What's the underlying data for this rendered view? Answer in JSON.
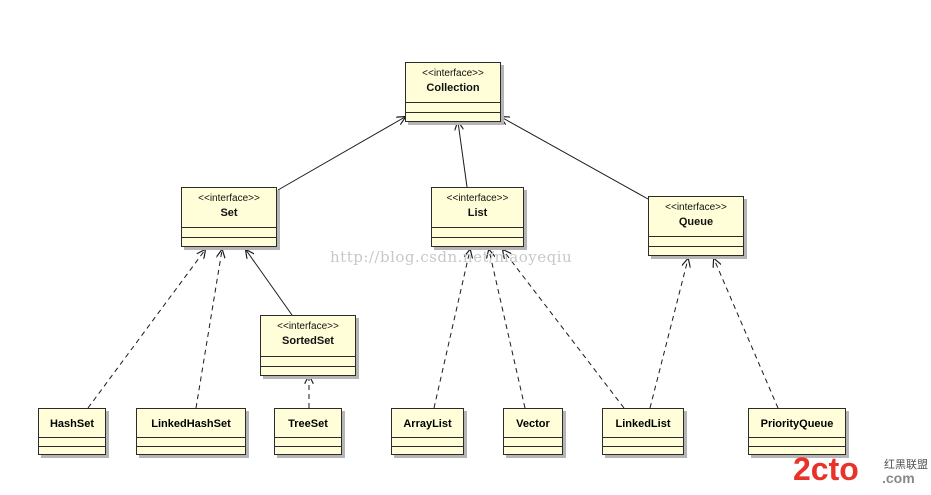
{
  "diagram": {
    "stereotype": "<<interface>>",
    "interfaces": {
      "collection": "Collection",
      "set": "Set",
      "list": "List",
      "queue": "Queue",
      "sortedset": "SortedSet"
    },
    "classes": {
      "hashset": "HashSet",
      "linkedhashset": "LinkedHashSet",
      "treeset": "TreeSet",
      "arraylist": "ArrayList",
      "vector": "Vector",
      "linkedlist": "LinkedList",
      "priorityqueue": "PriorityQueue"
    },
    "relations": [
      {
        "from": "set",
        "to": "collection",
        "kind": "extends"
      },
      {
        "from": "list",
        "to": "collection",
        "kind": "extends"
      },
      {
        "from": "queue",
        "to": "collection",
        "kind": "extends"
      },
      {
        "from": "sortedset",
        "to": "set",
        "kind": "extends"
      },
      {
        "from": "hashset",
        "to": "set",
        "kind": "implements"
      },
      {
        "from": "linkedhashset",
        "to": "set",
        "kind": "implements"
      },
      {
        "from": "treeset",
        "to": "sortedset",
        "kind": "implements"
      },
      {
        "from": "arraylist",
        "to": "list",
        "kind": "implements"
      },
      {
        "from": "vector",
        "to": "list",
        "kind": "implements"
      },
      {
        "from": "linkedlist",
        "to": "list",
        "kind": "implements"
      },
      {
        "from": "linkedlist",
        "to": "queue",
        "kind": "implements"
      },
      {
        "from": "priorityqueue",
        "to": "queue",
        "kind": "implements"
      }
    ]
  },
  "watermark": "http://blog.csdn.net/maoyeqiu",
  "logo": {
    "brand": "2cto",
    "suffix": ".com",
    "tagline": "红黑联盟",
    "brand_color": "#e8332a"
  }
}
